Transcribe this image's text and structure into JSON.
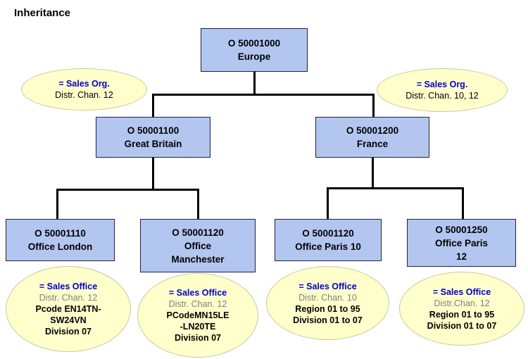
{
  "diagram": {
    "title": "Inheritance",
    "palette": {
      "node_fill": "#b3c6f0",
      "node_border": "#202040",
      "bubble_fill": "#ffffcc",
      "bubble_border": "#c8c8a0",
      "accent_blue": "#0000cc",
      "muted_gray": "#808080",
      "line": "#000000",
      "background": "#ffffff"
    },
    "nodes": {
      "europe": {
        "code": "O 50001000",
        "name": "Europe"
      },
      "great_britain": {
        "code": "O 50001100",
        "name": "Great Britain"
      },
      "france": {
        "code": "O 50001200",
        "name": "France"
      },
      "office_london": {
        "code": "O 50001110",
        "name": "Office London"
      },
      "office_manchester": {
        "code": "O 50001120",
        "name": "Office\nManchester"
      },
      "office_paris_10": {
        "code": "O 50001120",
        "name": "Office Paris 10"
      },
      "office_paris_12": {
        "code": "O 50001250",
        "name": "Office Paris\n12"
      }
    },
    "bubbles": {
      "gb_org": {
        "line1": "= Sales Org.",
        "line2": "Distr. Chan. 12"
      },
      "fr_org": {
        "line1": "= Sales Org.",
        "line2": "Distr. Chan. 10, 12"
      },
      "london": {
        "line1": "= Sales Office",
        "line2": "Distr. Chan. 12",
        "line3": "Pcode EN14TN-",
        "line4": "SW24VN",
        "line5": "Division 07"
      },
      "manchester": {
        "line1": "= Sales Office",
        "line2": "Distr. Chan. 12",
        "line3": "PCodeMN15LE",
        "line4": "-LN20TE",
        "line5": "Division 07"
      },
      "paris10": {
        "line1": "= Sales Office",
        "line2": "Distr. Chan. 10",
        "line3": "Region 01 to 95",
        "line4": "Division 01 to 07"
      },
      "paris12": {
        "line1": "= Sales Office",
        "line2": "Distr.Chan. 12",
        "line3": "Region 01 to 95",
        "line4": "Division 01 to 07"
      }
    }
  }
}
